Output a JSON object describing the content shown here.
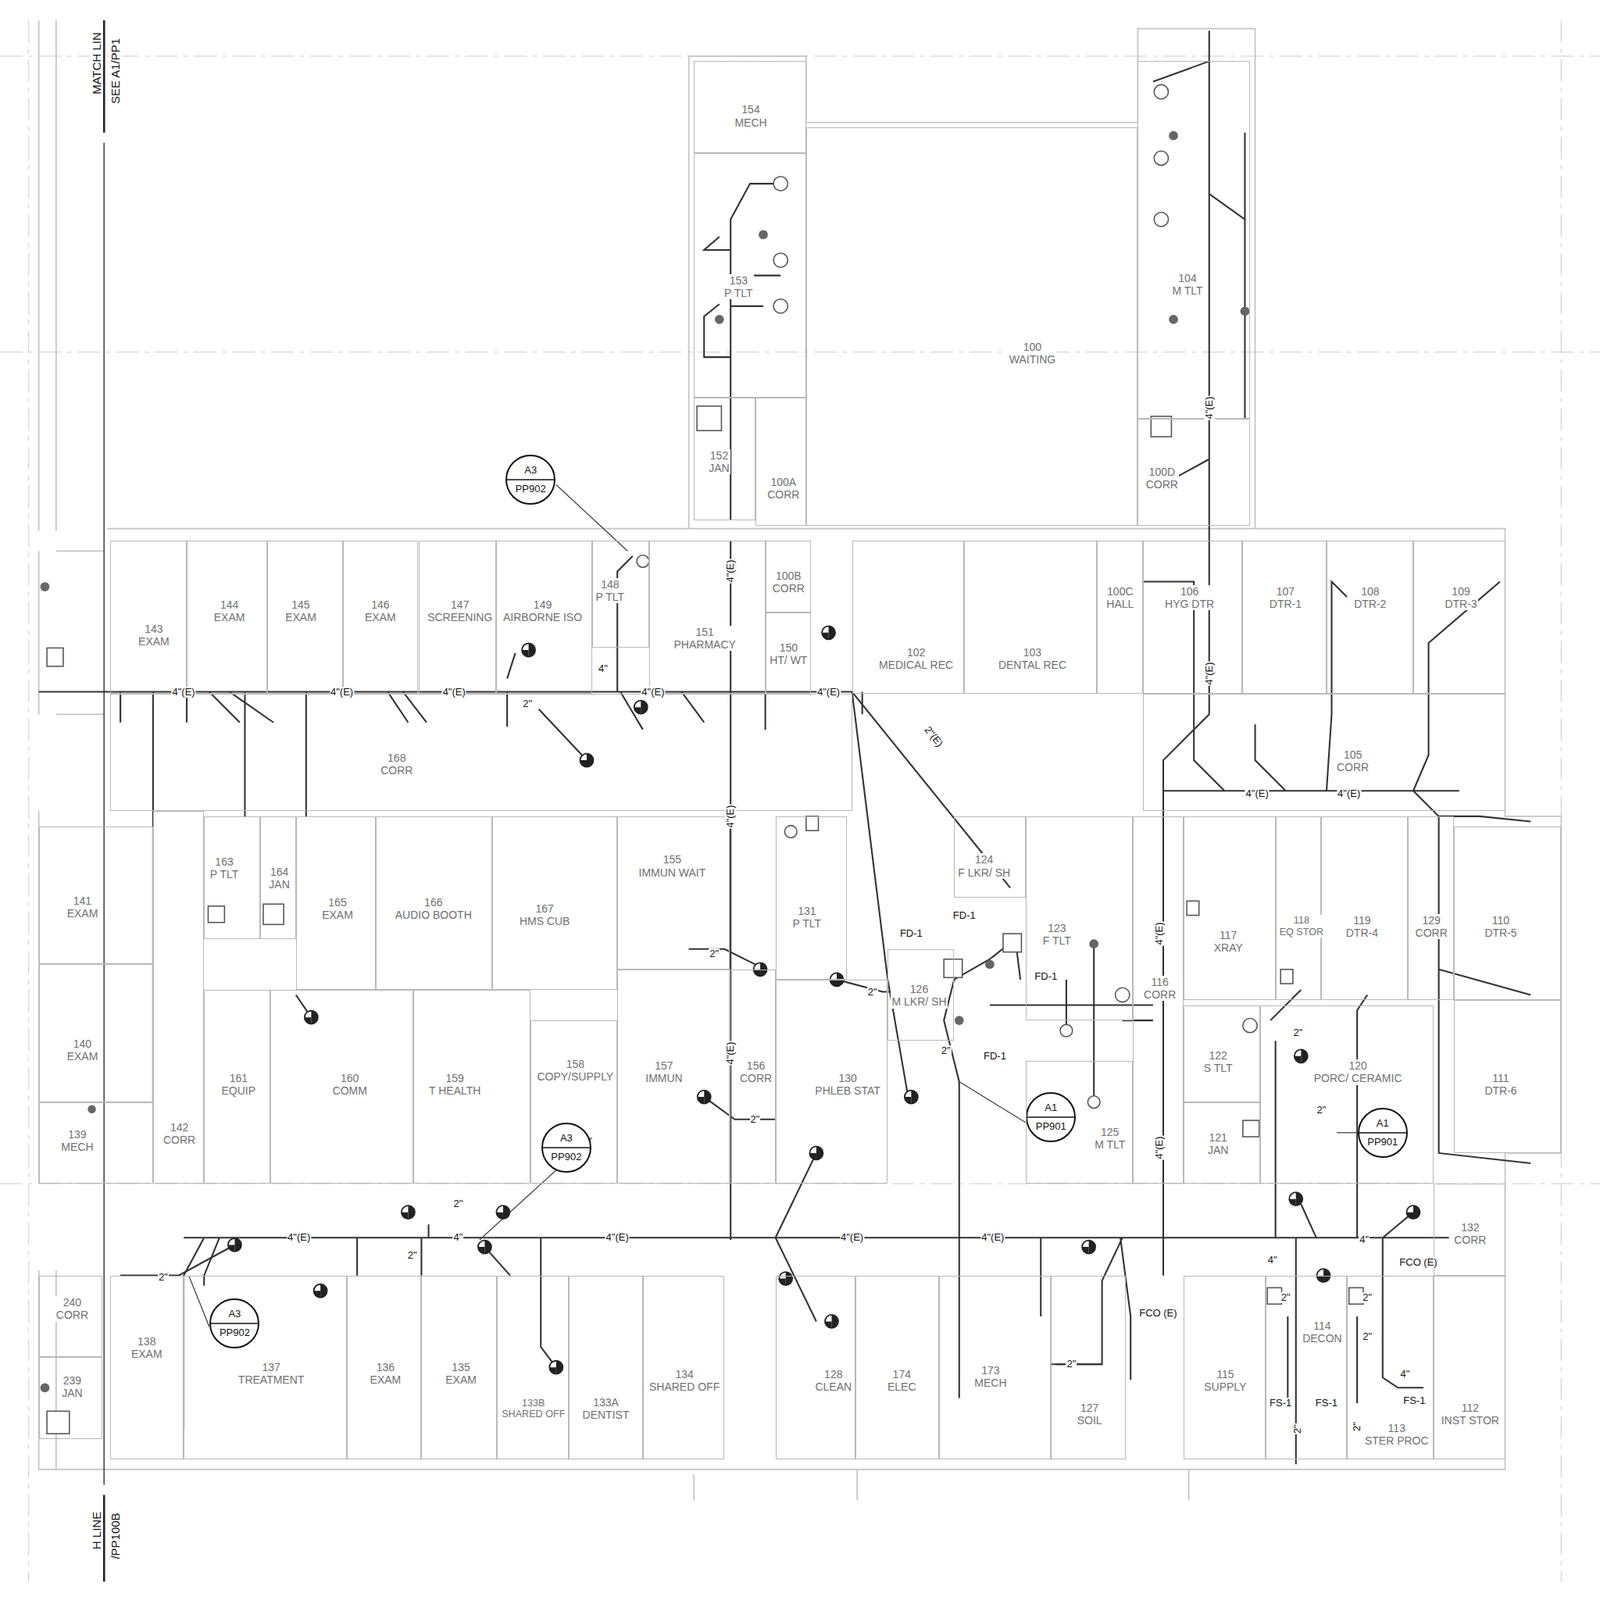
{
  "diagram": {
    "nodes": [
      {
        "text": [
          "154",
          "MECH"
        ]
      },
      {
        "text": [
          "153",
          "P TLT"
        ]
      },
      {
        "text": [
          "104",
          "M TLT"
        ]
      },
      {
        "text": [
          "100",
          "WAITING"
        ]
      },
      {
        "text": [
          "152",
          "JAN"
        ]
      },
      {
        "text": [
          "100A",
          "CORR"
        ]
      },
      {
        "text": [
          "100D",
          "CORR"
        ]
      },
      {
        "text": [
          "A3",
          "PP902"
        ]
      },
      {
        "text": [
          "143",
          "EXAM"
        ]
      },
      {
        "text": [
          "144",
          "EXAM"
        ]
      },
      {
        "text": [
          "145",
          "EXAM"
        ]
      },
      {
        "text": [
          "146",
          "EXAM"
        ]
      },
      {
        "text": [
          "147",
          "SCREENING"
        ]
      },
      {
        "text": [
          "149",
          "AIRBORNE ISO"
        ]
      },
      {
        "text": [
          "148",
          "P TLT"
        ]
      },
      {
        "text": [
          "151",
          "PHARMACY"
        ]
      },
      {
        "text": [
          "100B",
          "CORR"
        ]
      },
      {
        "text": [
          "150",
          "HT/ WT"
        ]
      },
      {
        "text": [
          "102",
          "MEDICAL REC"
        ]
      },
      {
        "text": [
          "103",
          "DENTAL REC"
        ]
      },
      {
        "text": [
          "100C",
          "HALL"
        ]
      },
      {
        "text": [
          "106",
          "HYG DTR"
        ]
      },
      {
        "text": [
          "107",
          "DTR-1"
        ]
      },
      {
        "text": [
          "108",
          "DTR-2"
        ]
      },
      {
        "text": [
          "109",
          "DTR-3"
        ]
      },
      {
        "text": [
          "168",
          "CORR"
        ]
      },
      {
        "text": [
          "105",
          "CORR"
        ]
      },
      {
        "text": [
          "141",
          "EXAM"
        ]
      },
      {
        "text": [
          "163",
          "P TLT"
        ]
      },
      {
        "text": [
          "164",
          "JAN"
        ]
      },
      {
        "text": [
          "165",
          "EXAM"
        ]
      },
      {
        "text": [
          "166",
          "AUDIO BOOTH"
        ]
      },
      {
        "text": [
          "167",
          "HMS CUB"
        ]
      },
      {
        "text": [
          "155",
          "IMMUN WAIT"
        ]
      },
      {
        "text": [
          "131",
          "P TLT"
        ]
      },
      {
        "text": [
          "124",
          "F LKR/ SH"
        ]
      },
      {
        "text": [
          "123",
          "F TLT"
        ]
      },
      {
        "text": [
          "116",
          "CORR"
        ]
      },
      {
        "text": [
          "117",
          "XRAY"
        ]
      },
      {
        "text": [
          "118",
          "EQ STOR"
        ]
      },
      {
        "text": [
          "119",
          "DTR-4"
        ]
      },
      {
        "text": [
          "129",
          "CORR"
        ]
      },
      {
        "text": [
          "110",
          "DTR-5"
        ]
      },
      {
        "text": [
          "126",
          "M LKR/ SH"
        ]
      },
      {
        "text": [
          "140",
          "EXAM"
        ]
      },
      {
        "text": [
          "161",
          "EQUIP"
        ]
      },
      {
        "text": [
          "160",
          "COMM"
        ]
      },
      {
        "text": [
          "159",
          "T HEALTH"
        ]
      },
      {
        "text": [
          "158",
          "COPY/SUPPLY"
        ]
      },
      {
        "text": [
          "157",
          "IMMUN"
        ]
      },
      {
        "text": [
          "156",
          "CORR"
        ]
      },
      {
        "text": [
          "130",
          "PHLEB STAT"
        ]
      },
      {
        "text": [
          "122",
          "S TLT"
        ]
      },
      {
        "text": [
          "120",
          "PORC/ CERAMIC"
        ]
      },
      {
        "text": [
          "111",
          "DTR-6"
        ]
      },
      {
        "text": [
          "A3",
          "PP902"
        ]
      },
      {
        "text": [
          "A1",
          "PP901"
        ]
      },
      {
        "text": [
          "A1",
          "PP901"
        ]
      },
      {
        "text": [
          "139",
          "MECH"
        ]
      },
      {
        "text": [
          "142",
          "CORR"
        ]
      },
      {
        "text": [
          "125",
          "M TLT"
        ]
      },
      {
        "text": [
          "121",
          "JAN"
        ]
      },
      {
        "text": [
          "132",
          "CORR"
        ]
      },
      {
        "text": [
          "240",
          "CORR"
        ]
      },
      {
        "text": [
          "A3",
          "PP902"
        ]
      },
      {
        "text": [
          "138",
          "EXAM"
        ]
      },
      {
        "text": [
          "137",
          "TREATMENT"
        ]
      },
      {
        "text": [
          "136",
          "EXAM"
        ]
      },
      {
        "text": [
          "135",
          "EXAM"
        ]
      },
      {
        "text": [
          "133B",
          "SHARED OFF"
        ]
      },
      {
        "text": [
          "133A",
          "DENTIST"
        ]
      },
      {
        "text": [
          "134",
          "SHARED OFF"
        ]
      },
      {
        "text": [
          "128",
          "CLEAN"
        ]
      },
      {
        "text": [
          "174",
          "ELEC"
        ]
      },
      {
        "text": [
          "173",
          "MECH"
        ]
      },
      {
        "text": [
          "127",
          "SOIL"
        ]
      },
      {
        "text": [
          "115",
          "SUPPLY"
        ]
      },
      {
        "text": [
          "114",
          "DECON"
        ]
      },
      {
        "text": [
          "113",
          "STER PROC"
        ]
      },
      {
        "text": [
          "112",
          "INST STOR"
        ]
      },
      {
        "text": [
          "239",
          "JAN"
        ]
      }
    ],
    "labels": [
      "MATCH LIN",
      "SEE A1/PP1",
      "H LINE",
      "/PP100B",
      "4\"(E)",
      "4\"(E)",
      "4\"(E)",
      "4\"(E)",
      "4\"(E)",
      "4\"",
      "2\"",
      "4\"(E)",
      "4\"(E)",
      "4\"(E)",
      "2\"(E)",
      "4\"(E)",
      "4\"(E)",
      "4\"(E)",
      "4\"(E)",
      "4\"(E)",
      "4\"(E)",
      "2\"",
      "2\"",
      "FD-1",
      "FD-1",
      "FD-1",
      "FD-1",
      "2\"",
      "2\"",
      "2\"",
      "2\"",
      "2\"",
      "4\"",
      "2\"",
      "4\"(E)",
      "4\"(E)",
      "4\"(E)",
      "4\"(E)",
      "4\"",
      "4\"",
      "FCO (E)",
      "2\"",
      "FCO (E)",
      "2\"",
      "2\"",
      "2\"",
      "2\"",
      "4\"",
      "FS-1",
      "FS-1",
      "FS-1",
      "2\"",
      "2\""
    ]
  }
}
